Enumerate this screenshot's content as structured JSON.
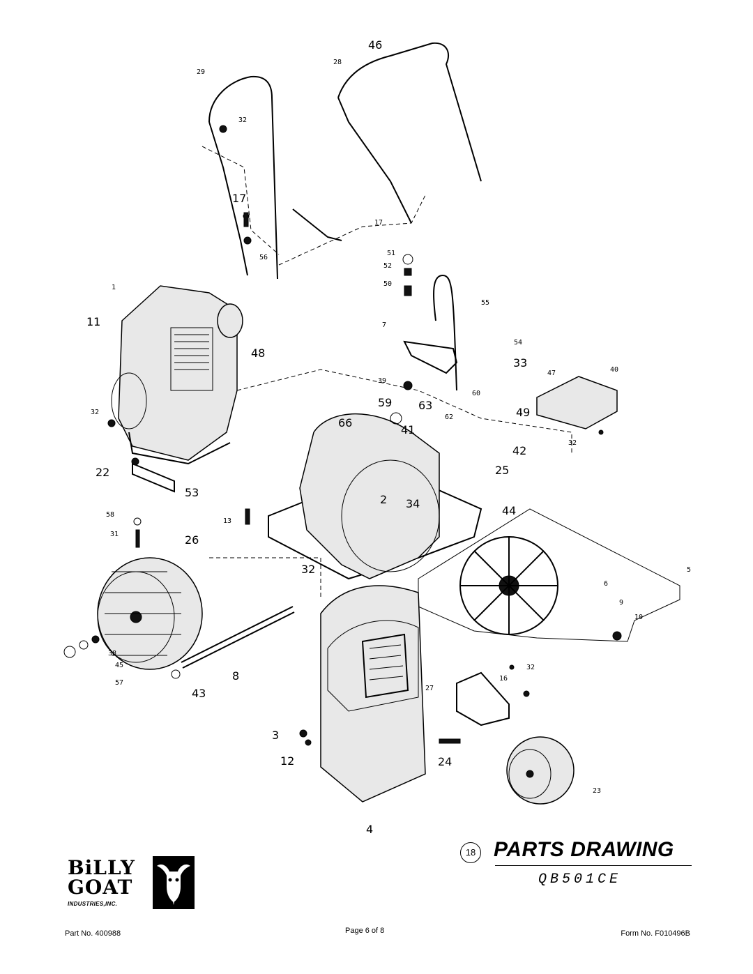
{
  "drawing": {
    "callouts": [
      "46",
      "28",
      "29",
      "32",
      "17",
      "56",
      "17",
      "51",
      "52",
      "50",
      "55",
      "1",
      "11",
      "48",
      "7",
      "54",
      "33",
      "47",
      "40",
      "39",
      "60",
      "59",
      "63",
      "62",
      "49",
      "32",
      "32",
      "22",
      "53",
      "66",
      "41",
      "42",
      "25",
      "2",
      "34",
      "44",
      "58",
      "13",
      "31",
      "26",
      "32",
      "5",
      "6",
      "9",
      "10",
      "32",
      "16",
      "27",
      "38",
      "45",
      "57",
      "8",
      "43",
      "3",
      "12",
      "24",
      "23",
      "4"
    ]
  },
  "header": {
    "section_number": "18",
    "title": "PARTS DRAWING",
    "model": "QB501CE"
  },
  "logo": {
    "line1": "BiLLY",
    "line2": "GOAT",
    "tagline": "INDUSTRIES,INC."
  },
  "footer": {
    "part_no": "Part No. 400988",
    "page": "Page 6 of 8",
    "form_no": "Form No. F010496B"
  }
}
